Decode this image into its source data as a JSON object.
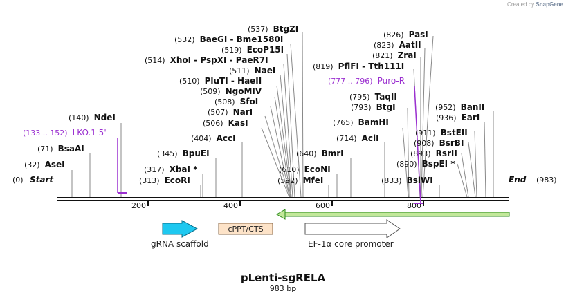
{
  "credit": {
    "prefix": "Created by",
    "brand": "SnapGene"
  },
  "map": {
    "title": "pLenti-sgRELA",
    "length_label": "983 bp",
    "length": 983
  },
  "ends": {
    "start": {
      "pos": "(0)",
      "label": "Start"
    },
    "end": {
      "pos": "(983)",
      "label": "End"
    }
  },
  "ruler": [
    "200",
    "400",
    "600",
    "800"
  ],
  "sites": [
    {
      "pos": "(32)",
      "name": "AseI"
    },
    {
      "pos": "(71)",
      "name": "BsaAI"
    },
    {
      "pos": "(140)",
      "name": "NdeI"
    },
    {
      "pos": "(313)",
      "name": "EcoRI"
    },
    {
      "pos": "(317)",
      "name": "XbaI *"
    },
    {
      "pos": "(345)",
      "name": "BpuEI"
    },
    {
      "pos": "(404)",
      "name": "AccI"
    },
    {
      "pos": "(506)",
      "name": "KasI"
    },
    {
      "pos": "(507)",
      "name": "NarI"
    },
    {
      "pos": "(508)",
      "name": "SfoI"
    },
    {
      "pos": "(509)",
      "name": "NgoMIV"
    },
    {
      "pos": "(510)",
      "name": "PluTI  -  HaeII"
    },
    {
      "pos": "(511)",
      "name": "NaeI"
    },
    {
      "pos": "(514)",
      "name": "XhoI  -  PspXI  -  PaeR7I"
    },
    {
      "pos": "(519)",
      "name": "EcoP15I"
    },
    {
      "pos": "(532)",
      "name": "BaeGI  -  Bme1580I"
    },
    {
      "pos": "(537)",
      "name": "BtgZI"
    },
    {
      "pos": "(592)",
      "name": "MfeI"
    },
    {
      "pos": "(610)",
      "name": "EcoNI"
    },
    {
      "pos": "(640)",
      "name": "BmrI"
    },
    {
      "pos": "(714)",
      "name": "AclI"
    },
    {
      "pos": "(765)",
      "name": "BamHI"
    },
    {
      "pos": "(793)",
      "name": "BtgI"
    },
    {
      "pos": "(795)",
      "name": "TaqII"
    },
    {
      "pos": "(819)",
      "name": "PflFI  -  Tth111I"
    },
    {
      "pos": "(821)",
      "name": "ZraI"
    },
    {
      "pos": "(823)",
      "name": "AatII"
    },
    {
      "pos": "(826)",
      "name": "PasI"
    },
    {
      "pos": "(833)",
      "name": "BsiWI"
    },
    {
      "pos": "(890)",
      "name": "BspEI *"
    },
    {
      "pos": "(893)",
      "name": "RsrII"
    },
    {
      "pos": "(908)",
      "name": "BsrBI"
    },
    {
      "pos": "(911)",
      "name": "BstEII"
    },
    {
      "pos": "(936)",
      "name": "EarI"
    },
    {
      "pos": "(952)",
      "name": "BanII"
    }
  ],
  "primers": [
    {
      "range": "(133 .. 152)",
      "name": "LKO.1 5'"
    },
    {
      "range": "(777 .. 796)",
      "name": "Puro-R"
    }
  ],
  "features": [
    {
      "name": "gRNA scaffold"
    },
    {
      "name": "cPPT/CTS"
    },
    {
      "name": "EF-1α core promoter"
    }
  ],
  "colors": {
    "backbone": "#111111",
    "primer": "#9b30d0",
    "grna": "#1ec8f0",
    "cppt_fill": "#fde3c8",
    "orf": "#c2e89a",
    "orf_dark": "#2b8a1a",
    "leader": "#888888"
  }
}
